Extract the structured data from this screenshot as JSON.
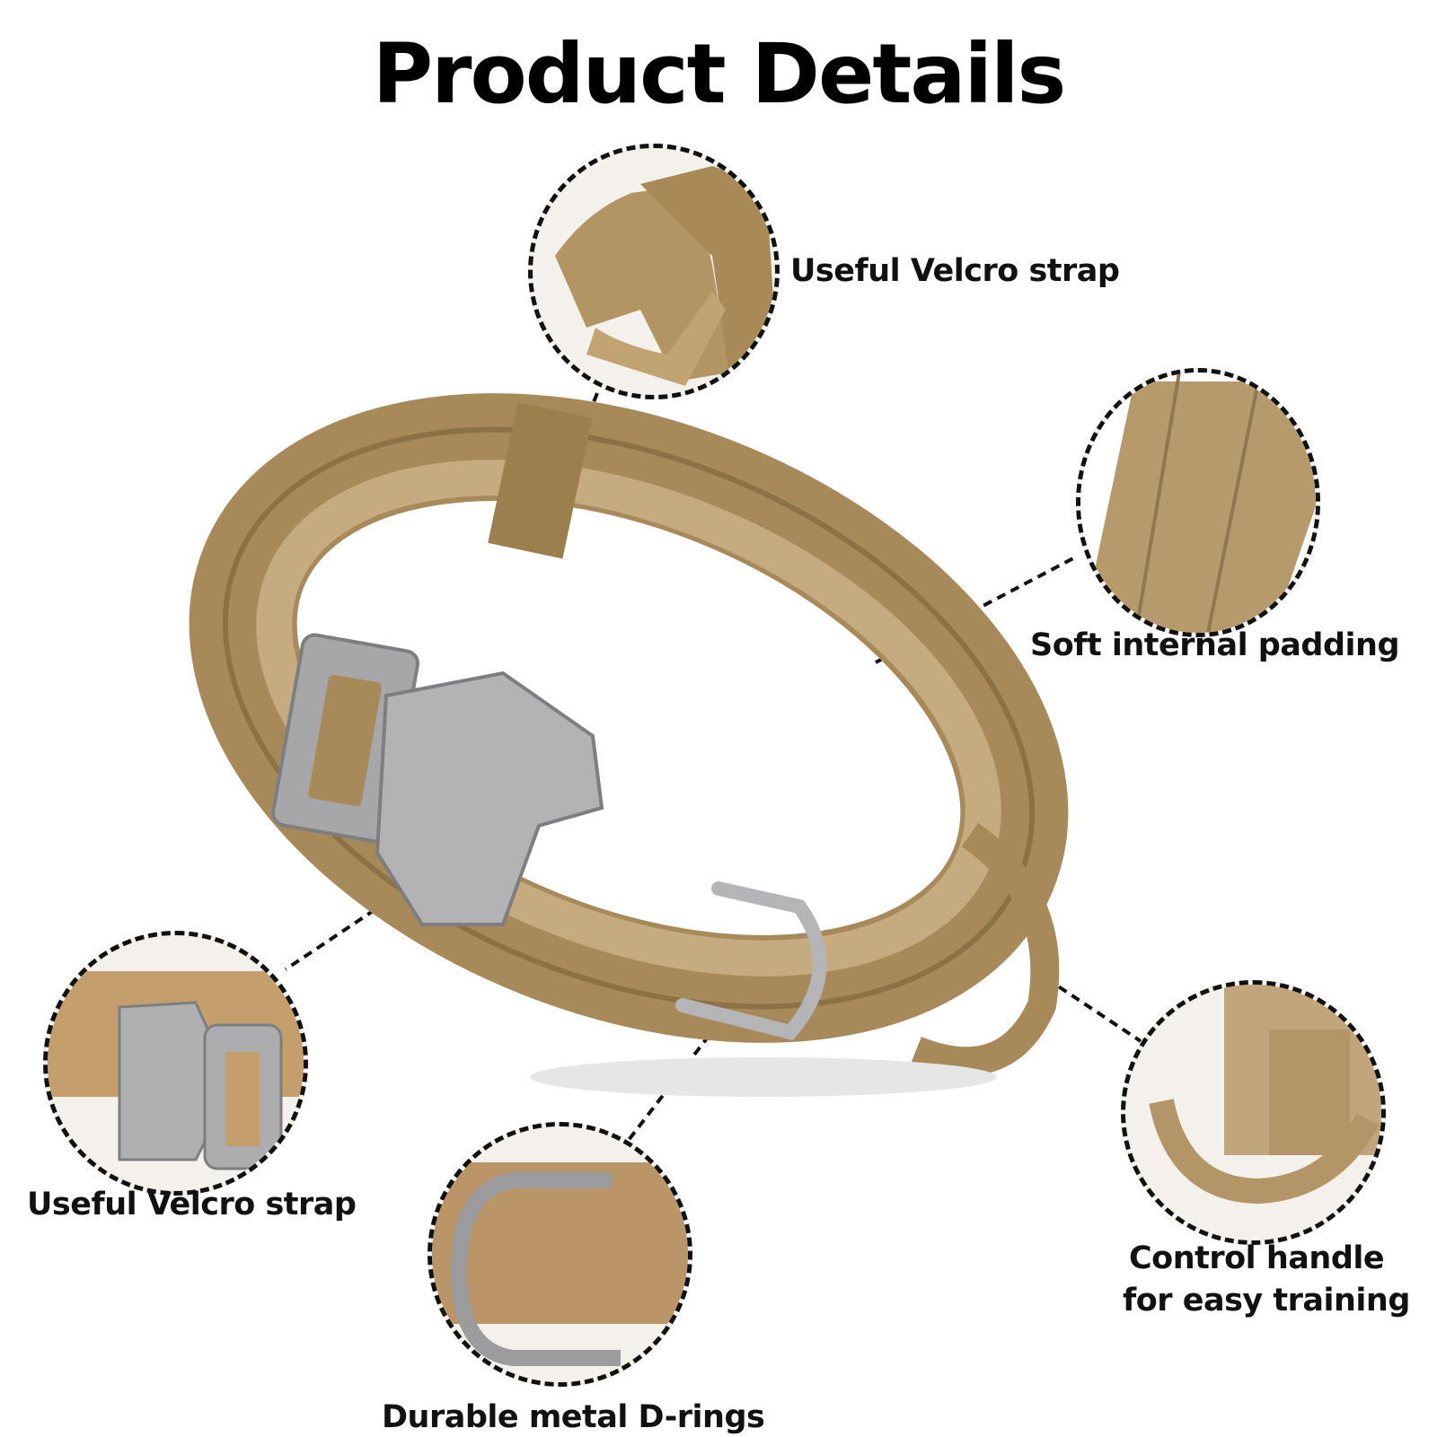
{
  "title": "Product Details",
  "colors": {
    "fabric": "#a88a5a",
    "fabric_dark": "#8c7145",
    "padding": "#c2a57a",
    "metal": "#a7a7a9",
    "dash": "#111111"
  },
  "callouts": [
    {
      "id": "velcro-top",
      "label": "Useful Velcro strap",
      "icon": "velcro-strap-closeup"
    },
    {
      "id": "padding",
      "label": "Soft internal padding",
      "icon": "padding-closeup"
    },
    {
      "id": "buckle",
      "label": "Useful Velcro strap",
      "icon": "buckle-closeup"
    },
    {
      "id": "d-ring",
      "label": "Durable metal D-rings",
      "icon": "d-ring-closeup"
    },
    {
      "id": "handle",
      "label_line1": "Control handle",
      "label_line2": "for easy training",
      "icon": "handle-closeup"
    }
  ]
}
